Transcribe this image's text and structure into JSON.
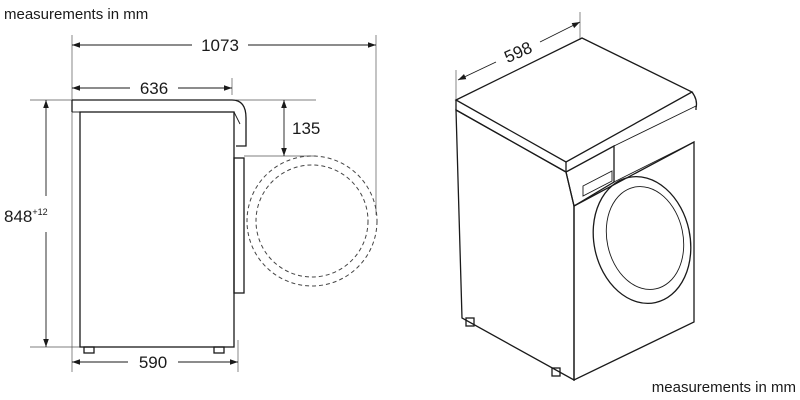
{
  "captions": {
    "top_left": "measurements in mm",
    "bottom_right": "measurements in mm"
  },
  "dimensions": {
    "overall_depth_door_open": "1073",
    "body_depth": "636",
    "door_offset": "135",
    "height": "848",
    "height_tolerance": "+12",
    "base_depth": "590",
    "width": "598"
  },
  "colors": {
    "line": "#1a1a1a",
    "background": "#ffffff"
  }
}
